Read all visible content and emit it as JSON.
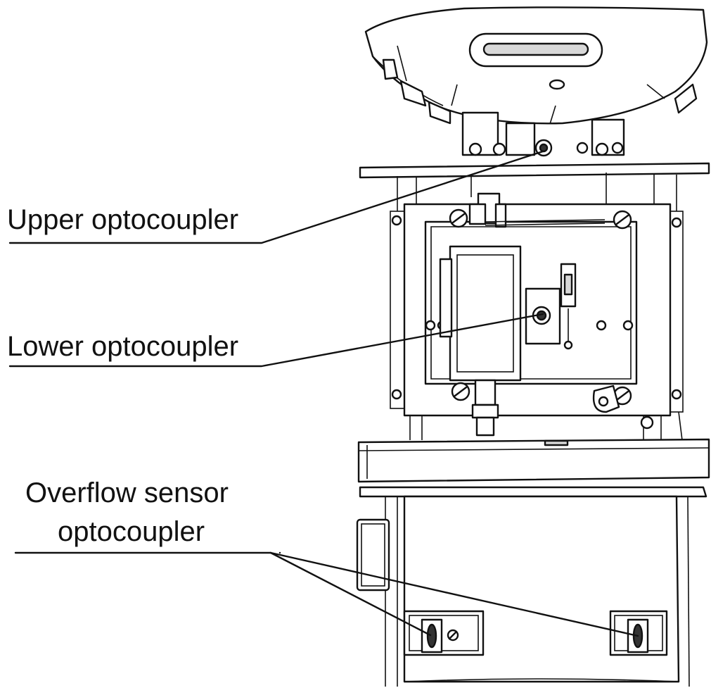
{
  "labels": {
    "upper": "Upper optocoupler",
    "lower": "Lower optocoupler",
    "overflow_line1": "Overflow sensor",
    "overflow_line2": "optocoupler"
  }
}
